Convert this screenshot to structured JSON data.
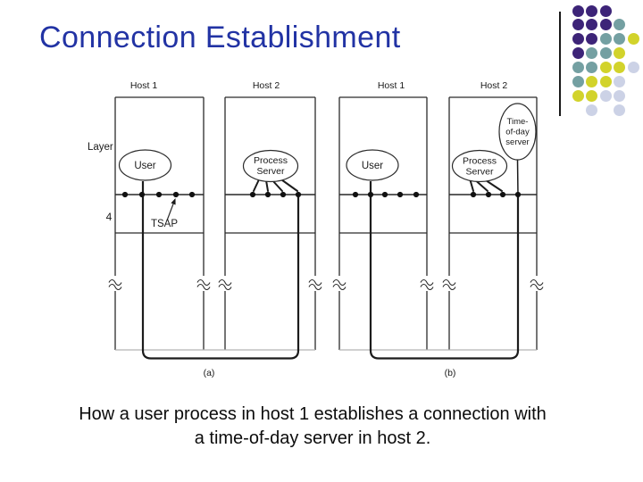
{
  "slide": {
    "title": "Connection Establishment",
    "title_color": "#2233a4",
    "caption": {
      "line1": "How a user process in host 1 establishes a connection with",
      "line2": "a time-of-day server in host 2."
    }
  },
  "figure": {
    "panel_a": {
      "label": "(a)",
      "host1": "Host 1",
      "host2": "Host 2",
      "layer_label": "Layer",
      "layer_number": "4",
      "tsap_label": "TSAP",
      "user": "User",
      "process_server": [
        "Process",
        "Server"
      ]
    },
    "panel_b": {
      "label": "(b)",
      "host1": "Host 1",
      "host2": "Host 2",
      "user": "User",
      "process_server": [
        "Process",
        "Server"
      ],
      "time_of_day_server": [
        "Time-",
        "of-day",
        "server"
      ]
    }
  },
  "decoration": {
    "palette": {
      "purple": "#3d2478",
      "teal": "#74a0a2",
      "yellow": "#d2d32b",
      "lavender": "#ccd2e6"
    },
    "dot_pattern": [
      [
        "purple",
        "purple",
        "purple"
      ],
      [
        "purple",
        "purple",
        "purple",
        "teal"
      ],
      [
        "purple",
        "purple",
        "teal",
        "teal",
        "yellow"
      ],
      [
        "purple",
        "teal",
        "teal",
        "yellow"
      ],
      [
        "teal",
        "teal",
        "yellow",
        "yellow",
        "lavender"
      ],
      [
        "teal",
        "yellow",
        "yellow",
        "lavender"
      ],
      [
        "yellow",
        "yellow",
        "lavender",
        "lavender"
      ],
      [
        "",
        "lavender",
        "",
        "lavender"
      ]
    ]
  }
}
